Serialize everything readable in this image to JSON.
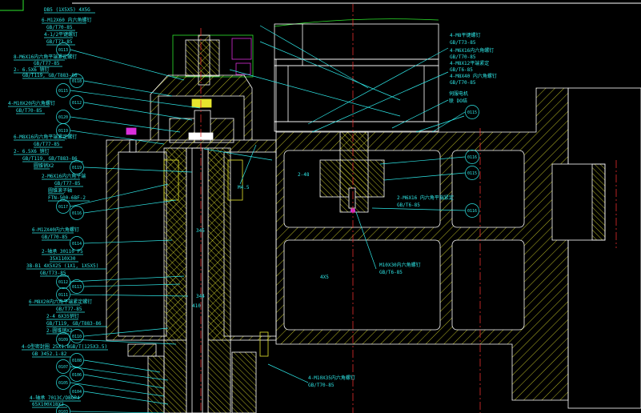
{
  "drawing": {
    "colors": {
      "background": "#000000",
      "outline": "#ffffff",
      "hatch": "#e6e62e",
      "leader": "#2ee6e6",
      "centerline": "#e62e2e",
      "fastener": "#d92ed9",
      "border": "#2ee62e"
    },
    "left_labels": [
      "DB5 (1X5X5) 4X5G",
      "6-M12X60 内六角螺钉",
      "GB/T70-85",
      "4-1/2平键螺钉",
      "GB/T73-85",
      "8-M6X16内六角平端紧定螺钉",
      "GB/T77-85",
      "2- 6.5X6 销钉",
      "GB/T119, GB/T883-86",
      "4-M10X20内六角螺钉",
      "GB/T70-85",
      "6-M8X16内六角平端紧定螺钉",
      "GB/T77-85",
      "2- 6.5X6 销钉",
      "GB/T119, GB/T883-86",
      "圆锥销X2",
      "2-M6X16内六角平端",
      "GB/T77-85",
      "圆锥滚子轴",
      "FTN-500-6BF-2",
      "6-M12X40内六角螺钉",
      "GB/T70-85",
      "2-轴承 30110 P5",
      "35X110X30",
      "3B-B1 4X5X25 (1X1, 1X5X5)",
      "GB/T73-85",
      "6-M8X20内六角平端紧定螺钉",
      "GB/T77-85",
      "2-4 6X35销钉",
      "GB/T119, GB/T883-86",
      "2-圆锥销X2",
      "4-O型密封圈 25X1.8GB/T(125X3.5)",
      "GB 3452.1-82",
      "4-轴承 7013C/DBGP4",
      "65X100X18X2"
    ],
    "left_balloons": [
      "0113",
      "0118",
      "0115",
      "0112",
      "0120",
      "0119",
      "0119",
      "0117",
      "0116",
      "0114",
      "0112",
      "0113",
      "0111",
      "0110",
      "0109",
      "0108",
      "0107",
      "0106",
      "0105",
      "0104",
      "0103"
    ],
    "right_labels": [
      "4-M8平键螺钉",
      "GB/T73-85",
      "4-M6X16内六角螺钉",
      "GB/T70-85",
      "4-M8X12平端紧定",
      "GB/T6-85",
      "4-M8X40 内六角螺钉",
      "GB/T70-85",
      "伺服电机",
      "联 DO结"
    ],
    "right_balloons": [
      "0115",
      "0116",
      "0115",
      "0116"
    ],
    "center_labels": [
      "2-M6X16 内六角平端紧定",
      "GB/T6-85",
      "M10X30内六角螺钉",
      "GB/T6-85",
      "4-M10X35内六角螺钉",
      "GB/T70-85"
    ],
    "dimension_text": [
      "345",
      "344",
      "4X5",
      "2-48",
      "M4.5",
      "410"
    ]
  }
}
